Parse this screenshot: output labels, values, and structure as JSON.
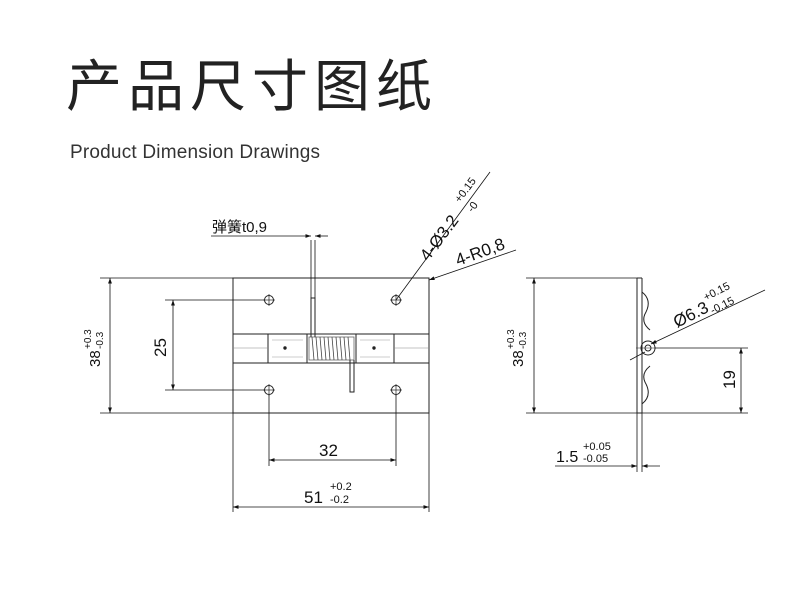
{
  "header": {
    "title_cn": "产品尺寸图纸",
    "title_en": "Product Dimension Drawings"
  },
  "labels": {
    "spring": "弹簧t0,9",
    "hole": "4-Ø3.2",
    "hole_tol_upper": "+0.15",
    "hole_tol_lower": "-0",
    "radius": "4-R0,8",
    "height_left": "38",
    "height_right": "38",
    "height_tol_upper": "+0.3",
    "height_tol_lower": "-0.3",
    "hole_pitch_v": "25",
    "hole_pitch_h": "32",
    "width": "51",
    "width_tol_upper": "+0.2",
    "width_tol_lower": "-0.2",
    "pin": "Ø6.3",
    "pin_tol_upper": "+0.15",
    "pin_tol_lower": "-0.15",
    "pin_height": "19",
    "thickness": "1.5",
    "thickness_tol_upper": "+0.05",
    "thickness_tol_lower": "-0.05"
  }
}
